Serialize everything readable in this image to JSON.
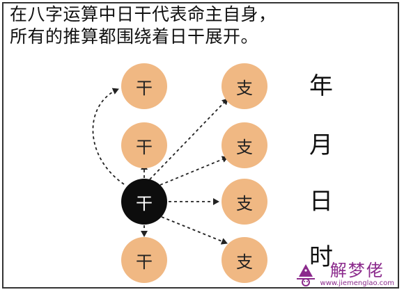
{
  "title": {
    "line1": "在八字运算中日干代表命主自身，",
    "line2": "所有的推算都围绕着日干展开。"
  },
  "nodes": {
    "stems": [
      "干",
      "干",
      "干"
    ],
    "day_stem": "干",
    "branches": [
      "支",
      "支",
      "支",
      "支"
    ]
  },
  "pillars": [
    "年",
    "月",
    "日",
    "时"
  ],
  "watermark": {
    "name": "解梦佬",
    "url": "www.jiemenglao.com"
  },
  "colors": {
    "node_fill": "#f0b883",
    "day_stem_fill": "#0d0d0d",
    "watermark": "#8b2a8c"
  }
}
